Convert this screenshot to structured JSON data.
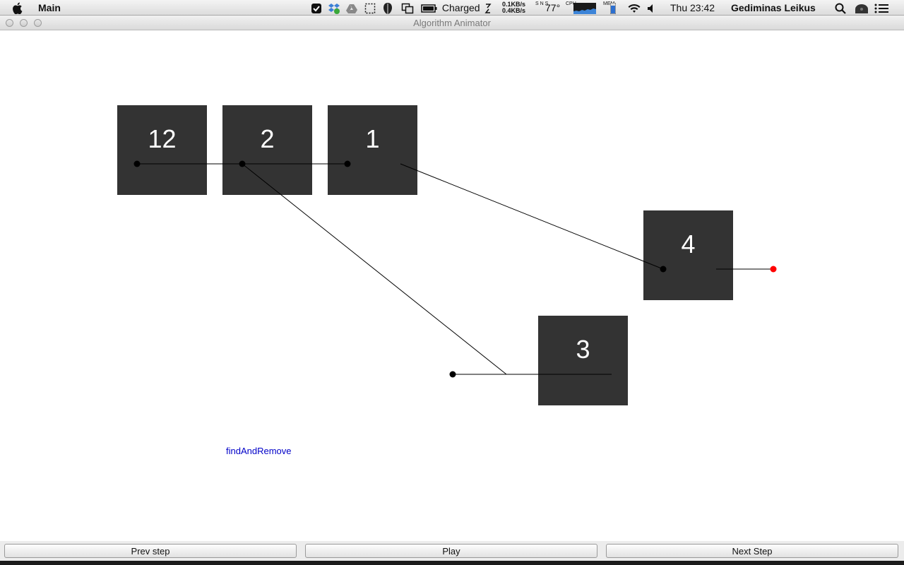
{
  "menubar": {
    "app_name": "Main",
    "battery_label": "Charged",
    "net_up": "0.1KB/s",
    "net_down": "0.4KB/s",
    "temperature": "77°",
    "clock": "Thu 23:42",
    "user_name": "Gediminas Leikus",
    "sns_label": "S N S",
    "cpu_label": "CPU",
    "mem_label": "MEM"
  },
  "window": {
    "title": "Algorithm Animator"
  },
  "canvas": {
    "nodes": [
      {
        "id": "node-12",
        "value": "12"
      },
      {
        "id": "node-2",
        "value": "2"
      },
      {
        "id": "node-1",
        "value": "1"
      },
      {
        "id": "node-4",
        "value": "4"
      },
      {
        "id": "node-3",
        "value": "3"
      }
    ],
    "function_label": "findAndRemove",
    "null_pointer_color": "#ff0000",
    "node_color": "#333333"
  },
  "buttons": {
    "prev": "Prev step",
    "play": "Play",
    "next": "Next Step"
  }
}
